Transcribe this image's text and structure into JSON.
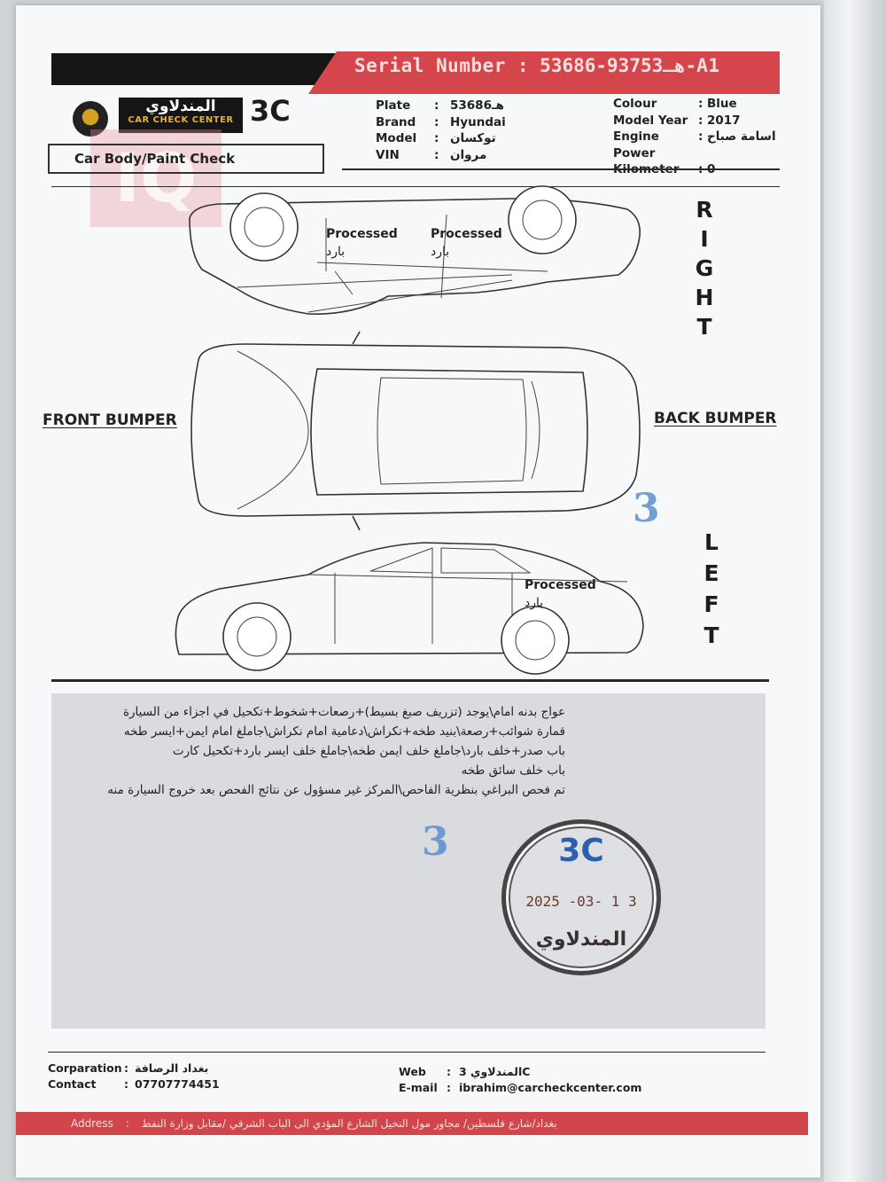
{
  "header": {
    "serial_label": "Serial Number :",
    "serial_value": "هـ93753-53686-A1"
  },
  "logo": {
    "arabic_name": "المندلاوي",
    "english_name": "CAR CHECK CENTER",
    "brand_mark": "3C",
    "watermark": "IQ"
  },
  "section_title": "Car Body/Paint Check",
  "vehicle_left": [
    {
      "label": "Plate",
      "value": "هـ53686"
    },
    {
      "label": "Brand",
      "value": "Hyundai"
    },
    {
      "label": "Model",
      "value": "توكسان"
    },
    {
      "label": "VIN",
      "value": "مروان"
    }
  ],
  "vehicle_right": [
    {
      "label": "Colour",
      "value": "Blue"
    },
    {
      "label": "Model Year",
      "value": "2017"
    },
    {
      "label": "Engine Power",
      "value": "اسامة صباح"
    },
    {
      "label": "Kilometer",
      "value": "0"
    }
  ],
  "diagram": {
    "right_label": [
      "R",
      "I",
      "G",
      "H",
      "T"
    ],
    "left_label": [
      "L",
      "E",
      "F",
      "T"
    ],
    "front_bumper": "FRONT BUMPER",
    "back_bumper": "BACK BUMPER",
    "processed_en": "Processed",
    "processed_ar": "بارد",
    "handwritten_mark": "3"
  },
  "notes": [
    "عواج بدنه امام\\يوجد (تزريف صبغ بسيط)+رصعات+شخوط+تكحيل في اجزاء من السيارة",
    "قمارة شوائب+رصعة\\بنيد طخه+نكراش\\دعامية امام نكراش\\جاملغ امام ايمن+ايسر طخه",
    "باب صدر+خلف بارد\\جاملغ خلف ايمن طخه\\جاملغ خلف ايسر بارد+تكحيل كارت",
    "باب خلف سائق طخه",
    "تم فحص البراغي بنظرية الفاحص\\المركز غير مسؤول عن نتائج الفحص بعد خروج السيارة منه"
  ],
  "stamp": {
    "brand": "3C",
    "date": "2025 -03-  1 3",
    "name": "المندلاوي"
  },
  "footer": {
    "corporation_label": "Corparation",
    "corporation_value": "بغداد الرصافة",
    "contact_label": "Contact",
    "contact_value": "07707774451",
    "web_label": "Web",
    "web_value": "المندلاوي 3C",
    "email_label": "E-mail",
    "email_value": "ibrahim@carcheckcenter.com",
    "address_label": "Address",
    "address_value": "بغداد/شارع فلسطين/ مجاور مول النخيل الشارع المؤدي الى الباب الشرقي /مقابل وزارة النفط"
  },
  "colors": {
    "accent_red": "#d4464b",
    "header_black": "#161616",
    "stamp_blue": "#2d5fb0",
    "handwriting_blue": "#5a8fd0"
  }
}
